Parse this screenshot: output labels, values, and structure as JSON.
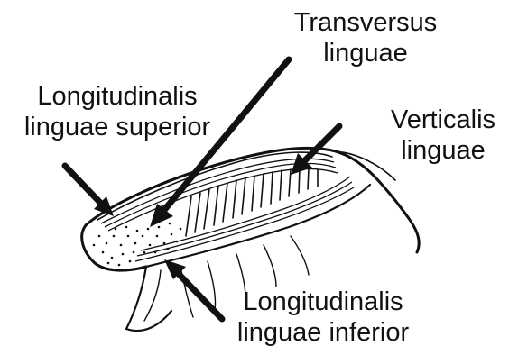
{
  "labels": {
    "transversus": {
      "line1": "Transversus",
      "line2": "linguae"
    },
    "longitudinalis_superior": {
      "line1": "Longitudinalis",
      "line2": "linguae superior"
    },
    "verticalis": {
      "line1": "Verticalis",
      "line2": "linguae"
    },
    "longitudinalis_inferior": {
      "line1": "Longitudinalis",
      "line2": "linguae inferior"
    }
  },
  "colors": {
    "ink": "#111111",
    "background": "#ffffff"
  }
}
